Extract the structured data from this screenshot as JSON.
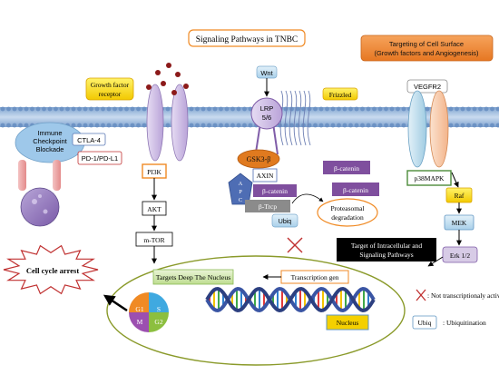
{
  "title": "Signaling Pathways in TNBC",
  "cell_surface_box": {
    "line1": "Targeting of Cell Surface",
    "line2": "(Growth factors and Angiogenesis)"
  },
  "receptors": {
    "growth_factor": [
      "Growth factor",
      "receptor"
    ],
    "wnt": "Wnt",
    "frizzled": "Frizzled",
    "lrp": [
      "LRP",
      "5/6"
    ],
    "vegfr2": "VEGFR2"
  },
  "immune": {
    "label": [
      "Immune",
      "Checkpoint",
      "Blockade"
    ],
    "ctla4": "CTLA-4",
    "pd1": "PD-1/PD-L1"
  },
  "pi3k_pathway": {
    "pi3k": "PI3K",
    "akt": "AKT",
    "mtor": "m-TOR"
  },
  "wnt_pathway": {
    "gsk3b": "GSK3-β",
    "axin": "AXIN",
    "apc": [
      "A",
      "P",
      "C"
    ],
    "bcatenin_in_complex": "β-catenin",
    "btrcp": "β-Trcp",
    "ubiq": "Ubiq",
    "bcatenin_right": [
      "β-catenin",
      "β-catenin"
    ],
    "proteasomal": [
      "Proteasomal",
      "degradation"
    ]
  },
  "mapk_pathway": {
    "p38": "p38MAPK",
    "raf": "Raf",
    "mek": "MEK",
    "erk": "Erk 1/2"
  },
  "intracellular_box": [
    "Target of Intracellular and",
    "Signaling Pathways"
  ],
  "nucleus": {
    "cell_cycle_arrest": "Cell cycle arrest",
    "targets_label": "Targets Deep The Nucleus",
    "transcription": "Transcription gen",
    "nucleus_label": "Nucleus",
    "cell_cycle_phases": [
      "G1",
      "S",
      "M",
      "G2"
    ]
  },
  "legend": {
    "not_transcriptional": ": Not transcriptionaly activ",
    "ubiq_key": "Ubiq",
    "ubiq_desc": ": Ubiquitination"
  },
  "colors": {
    "membrane_blue": "#a9c4e3",
    "receptor_purple": "#c9b8e3",
    "orange": "#f08a24",
    "wnt_purple": "#7f4f9e",
    "nucleus_green": "#8a9a2a",
    "dna_blue": "#3a55a4",
    "growth_yellow": "#f4d000",
    "red_dot": "#8c1a1a"
  }
}
